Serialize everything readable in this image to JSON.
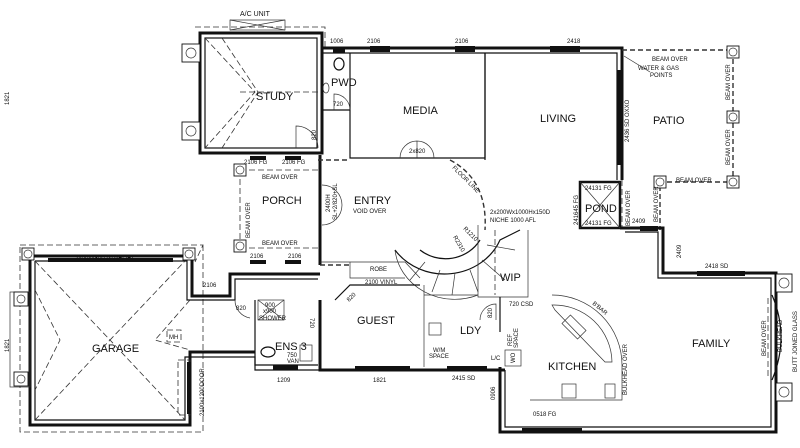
{
  "rooms": {
    "study": "STUDY",
    "pwd": "PWD",
    "media": "MEDIA",
    "living": "LIVING",
    "patio": "PATIO",
    "pond": "POND",
    "entry": "ENTRY",
    "entry_sub": "VOID OVER",
    "porch": "PORCH",
    "garage": "GARAGE",
    "ens3": "ENS 3",
    "guest": "GUEST",
    "ldy": "LDY",
    "wip": "WIP",
    "kitchen": "KITCHEN",
    "family": "FAMILY",
    "robe": "ROBE"
  },
  "notes": {
    "ac_unit": "A/C UNIT",
    "beam_over": "BEAM OVER",
    "water_gas": "WATER & GAS",
    "points": "POINTS",
    "floor_line": "FLOOR LINE",
    "niche_size": "2x200Wx1000Hx150D",
    "niche_afl": "NICHE 1000 AFL",
    "r1210": "R1210",
    "r2310": "R2310",
    "vinyl": "2100 VINYL",
    "csd": "720 CSD",
    "bbar": "B'BAR",
    "bulkhead_over": "BULKHEAD OVER",
    "bulkhead": "BULKHEAD",
    "butt_glass": "BUTT JOINED GLASS",
    "wm": "W/M",
    "space": "SPACE",
    "ref": "REF",
    "lc": "L/C",
    "wo": "WO",
    "mh": "MH",
    "shower_900": "900",
    "shower_x900": "x900",
    "shower": "SHOWER",
    "van_750": "750",
    "van": "VAN",
    "panelift": "2400x4800 PANELIFT",
    "garage_door": "2100x1200DOOR",
    "entry_door": "2400H",
    "entry_door2": "SL+2/820+SL"
  },
  "dims": {
    "d1006": "1006",
    "d2106": "2106",
    "d2418": "2418",
    "d720": "720",
    "d820": "820",
    "d2x820": "2x820",
    "d2106fg": "2106 FG",
    "d2436": "2436 SD OXXO",
    "d24131": "24131 FG",
    "d241645": "241645 FG",
    "d2409": "2409",
    "d2418sd": "2418 SD",
    "d1209": "1209",
    "d1821": "1821",
    "d2415": "2415 SD",
    "d0906": "0906",
    "d0518": "0518 FG"
  }
}
